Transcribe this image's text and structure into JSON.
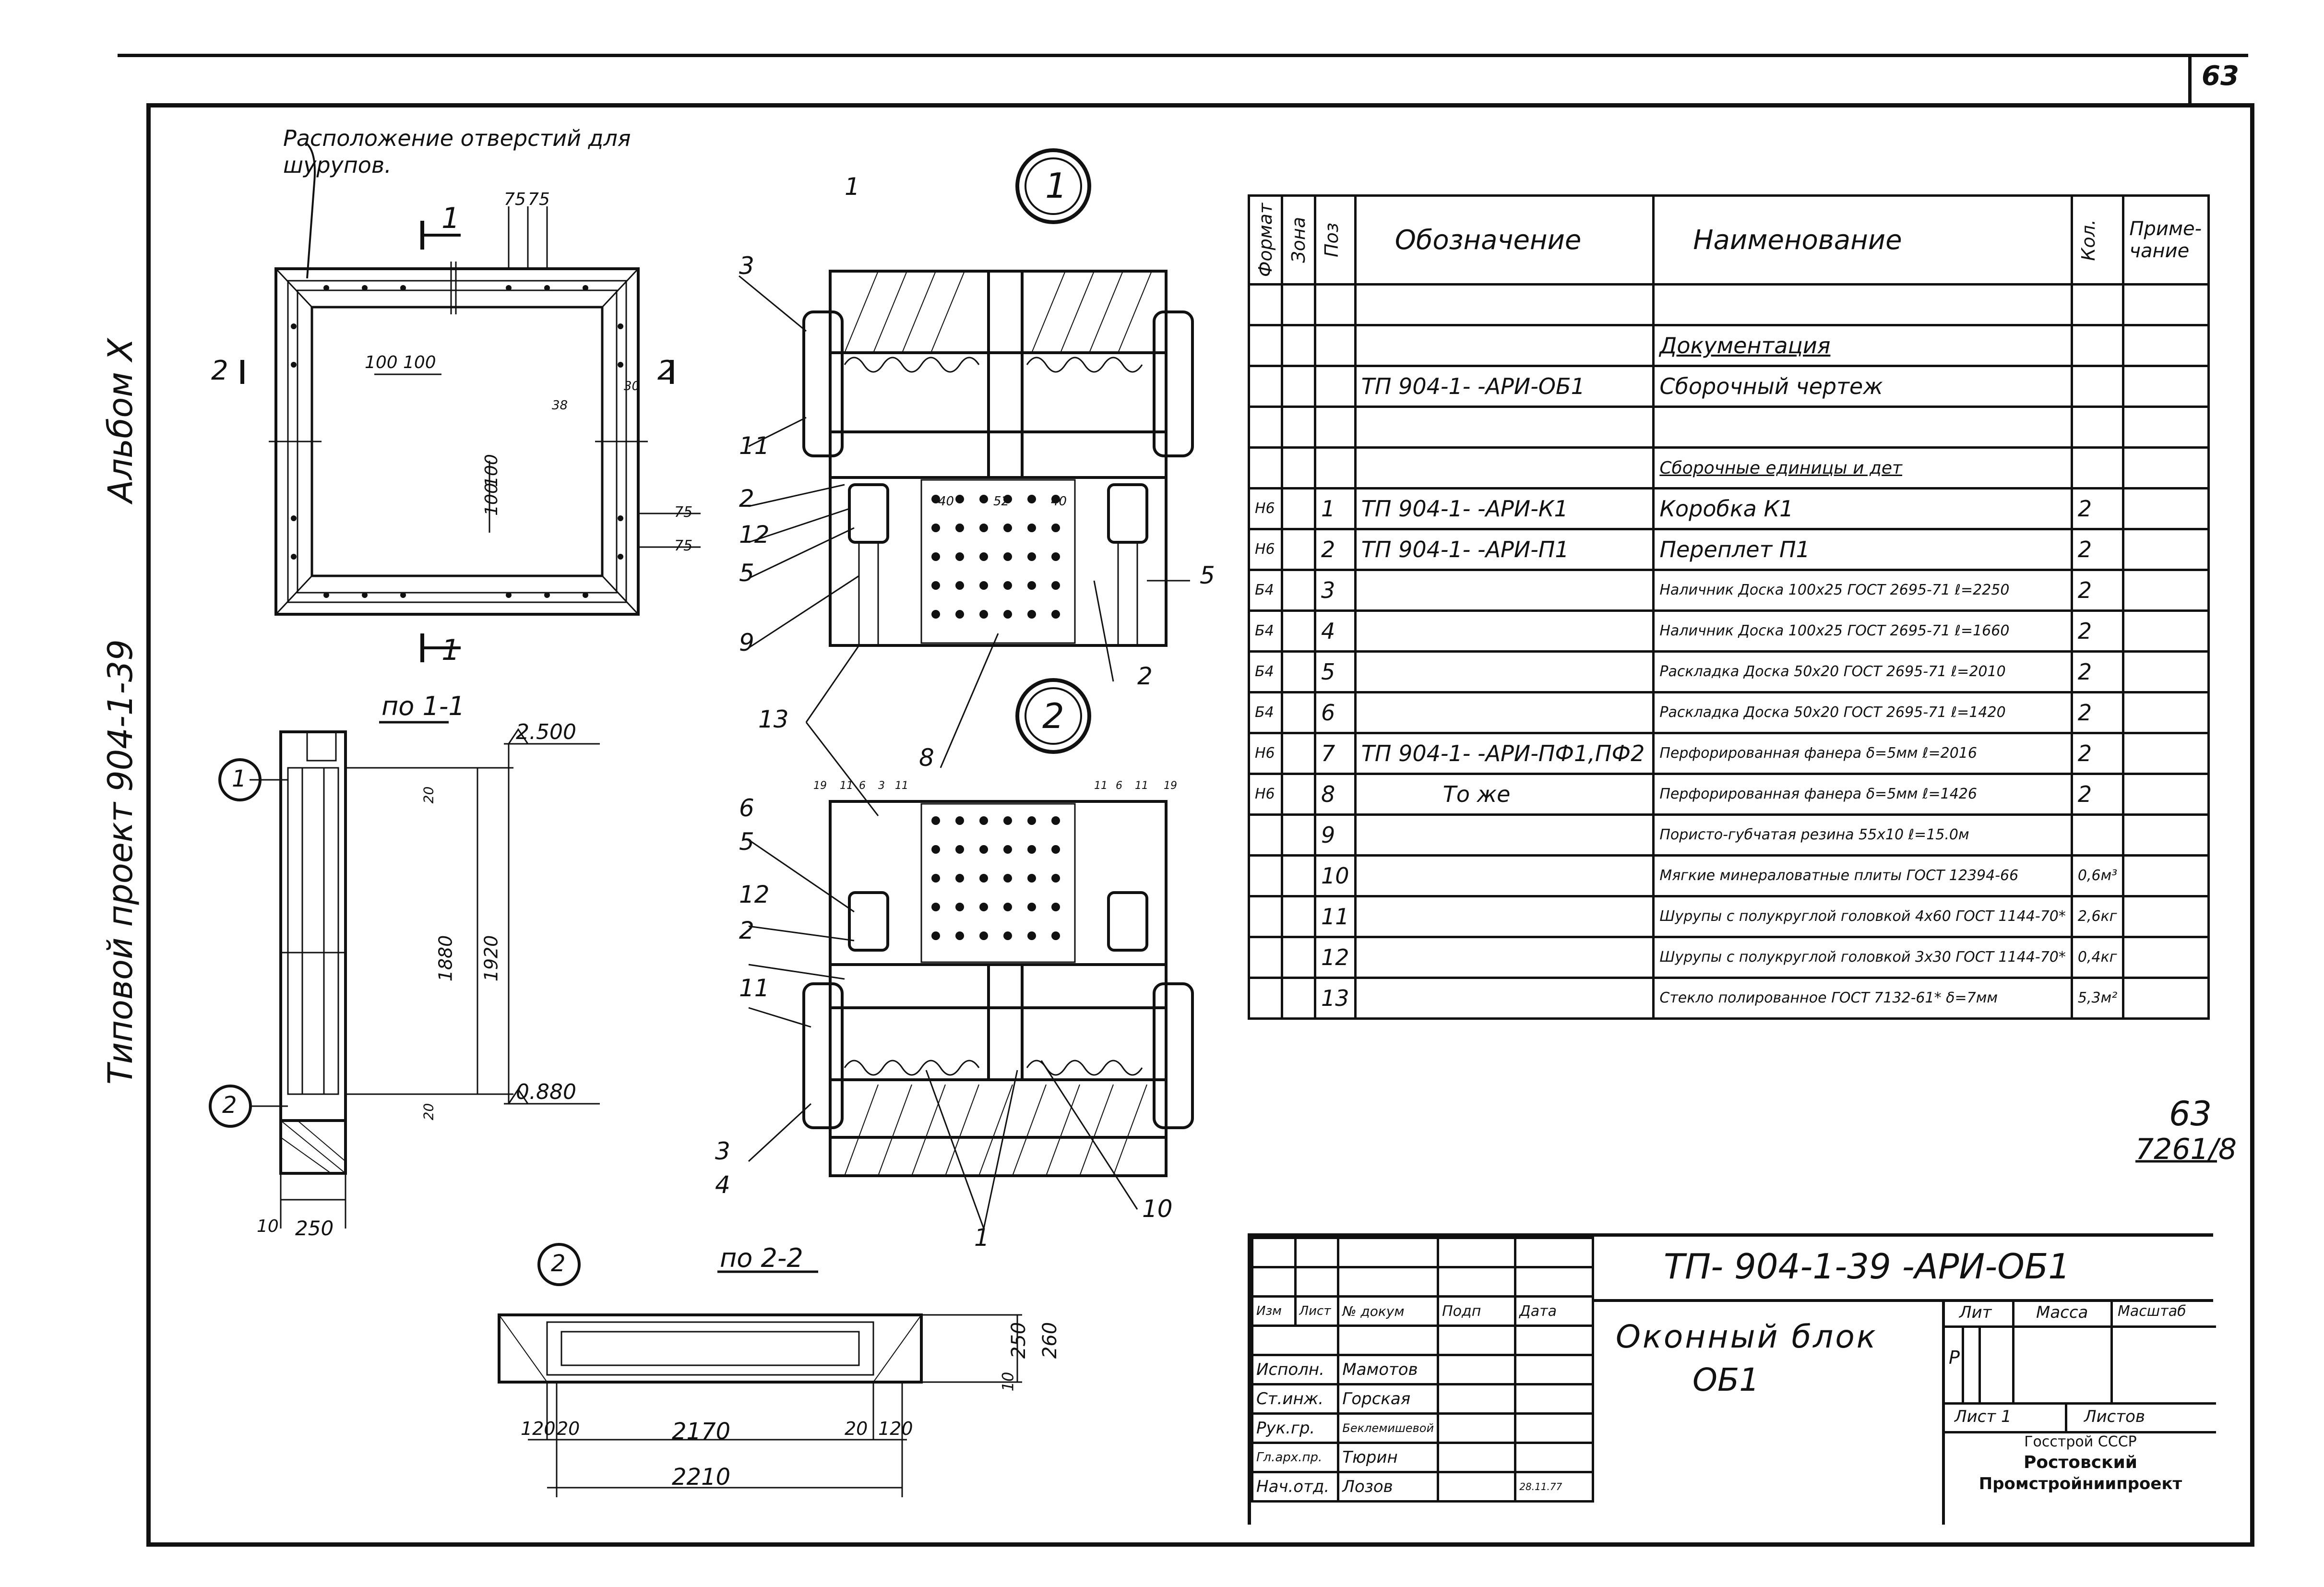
{
  "sheet": {
    "number": "63",
    "number_bottom": "63",
    "archive_code": "7261/8",
    "side_title": "Типовой проект 904-1-39",
    "album": "Альбом X"
  },
  "plan_view": {
    "caption": "Расположение отверстий для шурупов.",
    "dims": [
      "75",
      "75",
      "100",
      "100",
      "38",
      "30",
      "100",
      "100",
      "75",
      "75"
    ],
    "section_marks": [
      "1",
      "1",
      "2",
      "2"
    ]
  },
  "section_1_1": {
    "title": "по 1-1",
    "levels": [
      "2.500",
      "0.880"
    ],
    "dims": [
      "1880",
      "1920",
      "20",
      "20",
      "10",
      "250"
    ],
    "callouts": [
      "1",
      "2"
    ]
  },
  "section_2_2": {
    "title": "по 2-2",
    "callout": "2",
    "dims": [
      "120",
      "20",
      "2170",
      "20",
      "120",
      "2210",
      "250",
      "260",
      "10"
    ]
  },
  "detail_1": {
    "callout": "1",
    "leaders": [
      "1",
      "3",
      "11",
      "2",
      "12",
      "5",
      "9",
      "5",
      "2",
      "13"
    ],
    "dims": [
      "40",
      "52",
      "40"
    ]
  },
  "detail_2": {
    "callout": "2",
    "leaders": [
      "8",
      "6",
      "5",
      "12",
      "2",
      "11",
      "3",
      "4",
      "1",
      "10"
    ],
    "dims": [
      "19",
      "11",
      "6",
      "3",
      "11",
      "11",
      "6",
      "11",
      "19"
    ]
  },
  "spec": {
    "headers": {
      "format": "Формат",
      "zone": "Зона",
      "pos": "Поз",
      "designation": "Обозначение",
      "name": "Наименование",
      "qty": "Кол.",
      "note": "Приме-чание"
    },
    "section_doc": "Документация",
    "section_units": "Сборочные единицы и дет",
    "rows": [
      {
        "format": "",
        "pos": "",
        "designation": "ТП 904-1-     -АРИ-ОБ1",
        "name": "Сборочный чертеж",
        "qty": "",
        "note": ""
      },
      {
        "format": "Н6",
        "pos": "1",
        "designation": "ТП 904-1-     -АРИ-К1",
        "name": "Коробка К1",
        "qty": "2",
        "note": ""
      },
      {
        "format": "Н6",
        "pos": "2",
        "designation": "ТП 904-1-     -АРИ-П1",
        "name": "Переплет П1",
        "qty": "2",
        "note": ""
      },
      {
        "format": "Б4",
        "pos": "3",
        "designation": "",
        "name": "Наличник Доска 100х25 ГОСТ 2695-71 ℓ=2250",
        "qty": "2",
        "note": ""
      },
      {
        "format": "Б4",
        "pos": "4",
        "designation": "",
        "name": "Наличник Доска 100х25 ГОСТ 2695-71 ℓ=1660",
        "qty": "2",
        "note": ""
      },
      {
        "format": "Б4",
        "pos": "5",
        "designation": "",
        "name": "Раскладка Доска 50х20 ГОСТ 2695-71 ℓ=2010",
        "qty": "2",
        "note": ""
      },
      {
        "format": "Б4",
        "pos": "6",
        "designation": "",
        "name": "Раскладка Доска 50х20 ГОСТ 2695-71 ℓ=1420",
        "qty": "2",
        "note": ""
      },
      {
        "format": "Н6",
        "pos": "7",
        "designation": "ТП 904-1-     -АРИ-ПФ1,ПФ2",
        "name": "Перфорированная фанера δ=5мм ℓ=2016",
        "qty": "2",
        "note": ""
      },
      {
        "format": "Н6",
        "pos": "8",
        "designation": "То же",
        "name": "Перфорированная фанера δ=5мм ℓ=1426",
        "qty": "2",
        "note": ""
      },
      {
        "format": "",
        "pos": "9",
        "designation": "",
        "name": "Пористо-губчатая резина 55х10 ℓ=15.0м",
        "qty": "",
        "note": ""
      },
      {
        "format": "",
        "pos": "10",
        "designation": "",
        "name": "Мягкие минераловатные плиты ГОСТ 12394-66",
        "qty": "0,6м³",
        "note": ""
      },
      {
        "format": "",
        "pos": "11",
        "designation": "",
        "name": "Шурупы с полукруглой головкой 4х60 ГОСТ 1144-70*",
        "qty": "2,6кг",
        "note": ""
      },
      {
        "format": "",
        "pos": "12",
        "designation": "",
        "name": "Шурупы с полукруглой головкой 3х30 ГОСТ 1144-70*",
        "qty": "0,4кг",
        "note": ""
      },
      {
        "format": "",
        "pos": "13",
        "designation": "",
        "name": "Стекло полированное ГОСТ 7132-61* δ=7мм",
        "qty": "5,3м²",
        "note": ""
      }
    ]
  },
  "title_block": {
    "doc_code": "ТП- 904-1-39  -АРИ-ОБ1",
    "title": "Оконный блок",
    "subtitle": "ОБ1",
    "col_headers": [
      "Изм",
      "Лист",
      "№ докум",
      "Подп",
      "Дата"
    ],
    "roles": [
      {
        "role": "Исполн.",
        "name": "Мамотов"
      },
      {
        "role": "Ст.инж.",
        "name": "Горская"
      },
      {
        "role": "Рук.гр.",
        "name": "Беклемишевой"
      },
      {
        "role": "Гл.арх.пр.",
        "name": "Тюрин"
      },
      {
        "role": "Нач.отд.",
        "name": "Лозов"
      }
    ],
    "date_stamp": "28.11.77",
    "lit_header": "Лит",
    "mass_header": "Масса",
    "scale_header": "Масштаб",
    "lit_value": "Р",
    "sheet_label": "Лист 1",
    "sheets_label": "Листов",
    "org_line1": "Госстрой СССР",
    "org_line2": "Ростовский",
    "org_line3": "Промстройниипроект"
  }
}
